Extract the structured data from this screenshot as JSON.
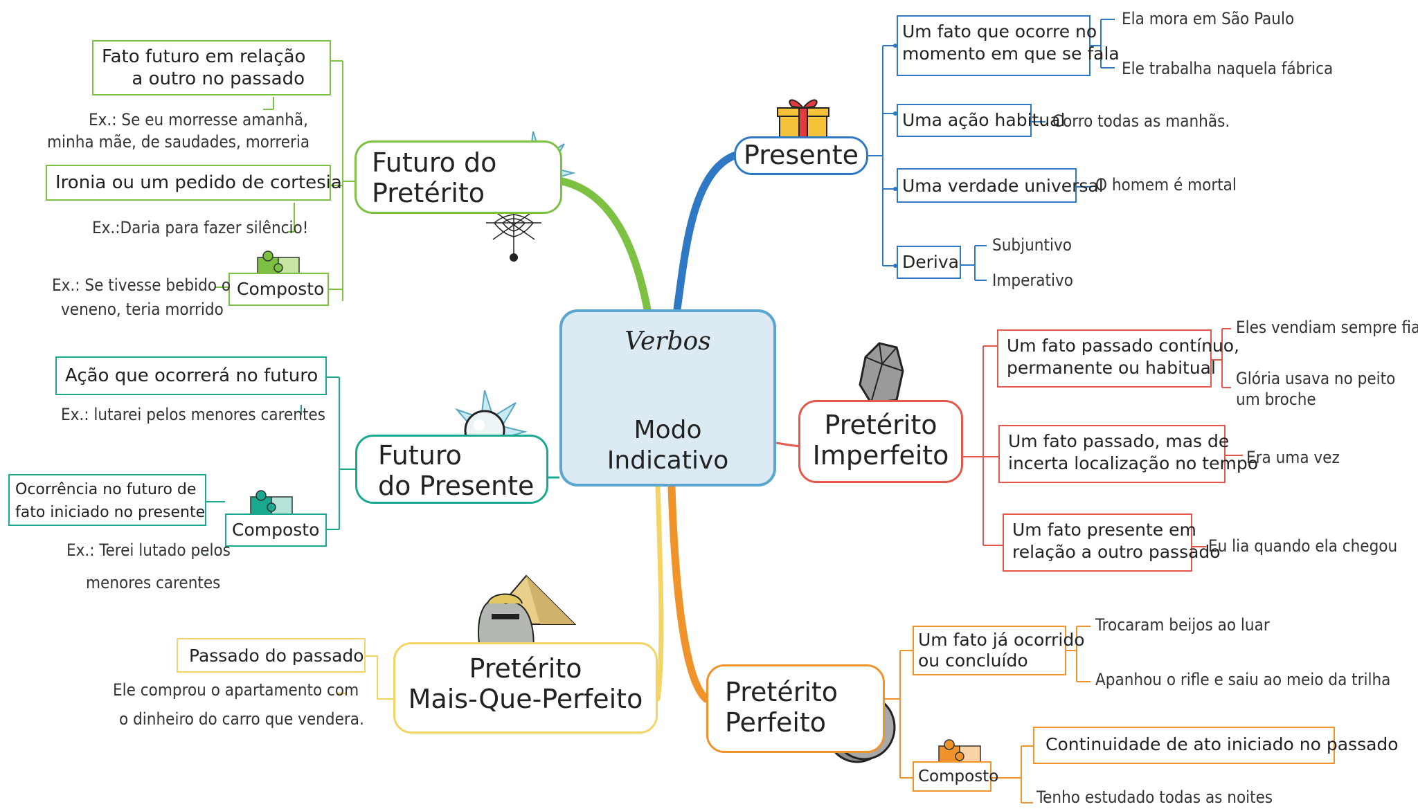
{
  "colors": {
    "presente": "#2f78c4",
    "imperfeito": "#e4574a",
    "perfeito": "#f0932b",
    "mais_que_perfeito": "#f3d465",
    "futuro_presente": "#1aa88e",
    "futuro_preterito": "#7cc142",
    "center_fill": "#dceaf4",
    "center_border": "#5aa6d0"
  },
  "center": {
    "title": "Verbos",
    "line1": "Modo",
    "line2": "Indicativo",
    "icon": "pointing-hand-icon"
  },
  "presente": {
    "label": "Presente",
    "icon": "gift-icon",
    "items": [
      {
        "label_1": "Um fato que ocorre no",
        "label_2": "momento em que se fala",
        "examples": [
          "Ela mora em São Paulo",
          "Ele trabalha naquela fábrica"
        ]
      },
      {
        "label": "Uma ação habitual",
        "example": "Corro todas as manhãs."
      },
      {
        "label": "Uma verdade universal",
        "example": "O homem é mortal"
      },
      {
        "label": "Deriva",
        "examples": [
          "Subjuntivo",
          "Imperativo"
        ]
      }
    ]
  },
  "imperfeito": {
    "label_1": "Pretérito",
    "label_2": "Imperfeito",
    "icon": "stone-icon",
    "items": [
      {
        "label_1": "Um fato passado contínuo,",
        "label_2": "permanente ou habitual",
        "example_1": "Eles vendiam sempre fiado",
        "example_2a": "Glória usava no peito",
        "example_2b": "um broche"
      },
      {
        "label_1": "Um fato passado, mas de",
        "label_2": "incerta localização no tempo",
        "example": "Era uma vez"
      },
      {
        "label_1": "Um fato presente em",
        "label_2": "relação a outro passado",
        "example": "Eu lia quando ela chegou"
      }
    ]
  },
  "perfeito": {
    "label_1": "Pretérito",
    "label_2": "Perfeito",
    "icon": "millstone-icon",
    "items": [
      {
        "label_1": "Um fato já ocorrido",
        "label_2": "ou concluído",
        "examples": [
          "Trocaram beijos ao luar",
          "Apanhou o rifle e saiu ao meio da trilha"
        ]
      }
    ],
    "composto": {
      "label": "Composto",
      "icon": "puzzle-icon",
      "description": "Continuidade de ato iniciado no passado",
      "example": "Tenho estudado todas as noites"
    }
  },
  "mais_que_perfeito": {
    "label_1": "Pretérito",
    "label_2": "Mais-Que-Perfeito",
    "icon": "sphinx-pyramid-icon",
    "items": [
      {
        "label": "Passado do passado",
        "example_1": "Ele comprou o apartamento com",
        "example_2": "o dinheiro do carro que vendera."
      }
    ]
  },
  "futuro_presente": {
    "label_1": "Futuro",
    "label_2": "do Presente",
    "icon": "crystal-ball-icon",
    "items": [
      {
        "label": "Ação que ocorrerá no futuro",
        "example": "Ex.: lutarei pelos menores carentes"
      }
    ],
    "composto": {
      "label": "Composto",
      "icon": "puzzle-icon",
      "description_1": "Ocorrência no futuro de",
      "description_2": "fato iniciado no presente",
      "example_1": "Ex.: Terei lutado pelos",
      "example_2": "menores carentes"
    }
  },
  "futuro_preterito": {
    "label_1": "Futuro do",
    "label_2": "Pretérito",
    "icon": "crystal-ball-icon",
    "icon_2": "spider-web-icon",
    "items": [
      {
        "label_1": "Fato futuro em relação",
        "label_2": "a outro no passado",
        "example_1": "Ex.: Se eu morresse amanhã,",
        "example_2": "minha mãe, de saudades, morreria"
      },
      {
        "label": "Ironia ou um pedido de cortesia",
        "example": "Ex.:Daria para fazer silêncio!"
      }
    ],
    "composto": {
      "label": "Composto",
      "icon": "puzzle-icon",
      "example_1": "Ex.: Se tivesse bebido o",
      "example_2": "veneno, teria morrido"
    }
  }
}
